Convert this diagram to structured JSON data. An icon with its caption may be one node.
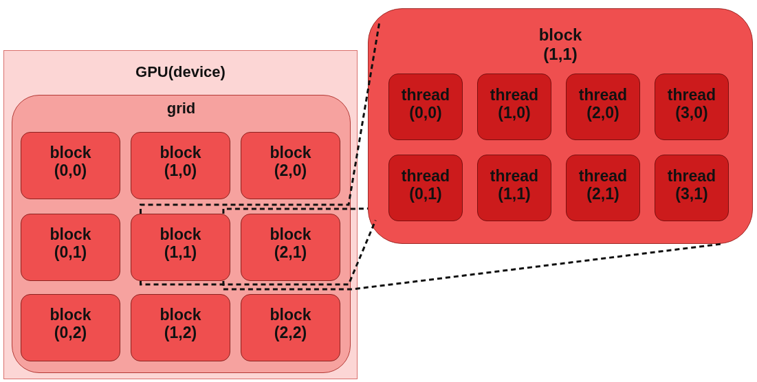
{
  "diagram": {
    "nodes": [
      {
        "text": [
          "GPU(device)"
        ]
      },
      {
        "text": [
          "grid"
        ],
        "in": 0
      },
      {
        "text": [
          "block (0,0)"
        ],
        "in": 1
      },
      {
        "text": [
          "block (1,0)"
        ],
        "in": 1
      },
      {
        "text": [
          "block (2,0)"
        ],
        "in": 1
      },
      {
        "text": [
          "block (0,1)"
        ],
        "in": 1
      },
      {
        "text": [
          "block (1,1)"
        ],
        "in": 1
      },
      {
        "text": [
          "block (2,1)"
        ],
        "in": 1
      },
      {
        "text": [
          "block (0,2)"
        ],
        "in": 1
      },
      {
        "text": [
          "block (1,2)"
        ],
        "in": 1
      },
      {
        "text": [
          "block (2,2)"
        ],
        "in": 1
      },
      {
        "text": [
          "block (1,1)"
        ]
      },
      {
        "text": [
          "thread (0,0)"
        ],
        "in": 11
      },
      {
        "text": [
          "thread (1,0)"
        ],
        "in": 11
      },
      {
        "text": [
          "thread (2,0)"
        ],
        "in": 11
      },
      {
        "text": [
          "thread (3,0)"
        ],
        "in": 11
      },
      {
        "text": [
          "thread (0,1)"
        ],
        "in": 11
      },
      {
        "text": [
          "thread (1,1)"
        ],
        "in": 11
      },
      {
        "text": [
          "thread (2,1)"
        ],
        "in": 11
      },
      {
        "text": [
          "thread (3,1)"
        ],
        "in": 11
      }
    ],
    "edges": [
      {
        "from": 6,
        "to": 11,
        "arrow": "none",
        "style": "dashed"
      },
      {
        "from": 6,
        "to": 11,
        "arrow": "none",
        "style": "dashed"
      },
      {
        "from": 6,
        "to": 11,
        "arrow": "none",
        "style": "dashed"
      },
      {
        "from": 6,
        "to": 11,
        "arrow": "none",
        "style": "dashed"
      }
    ]
  }
}
